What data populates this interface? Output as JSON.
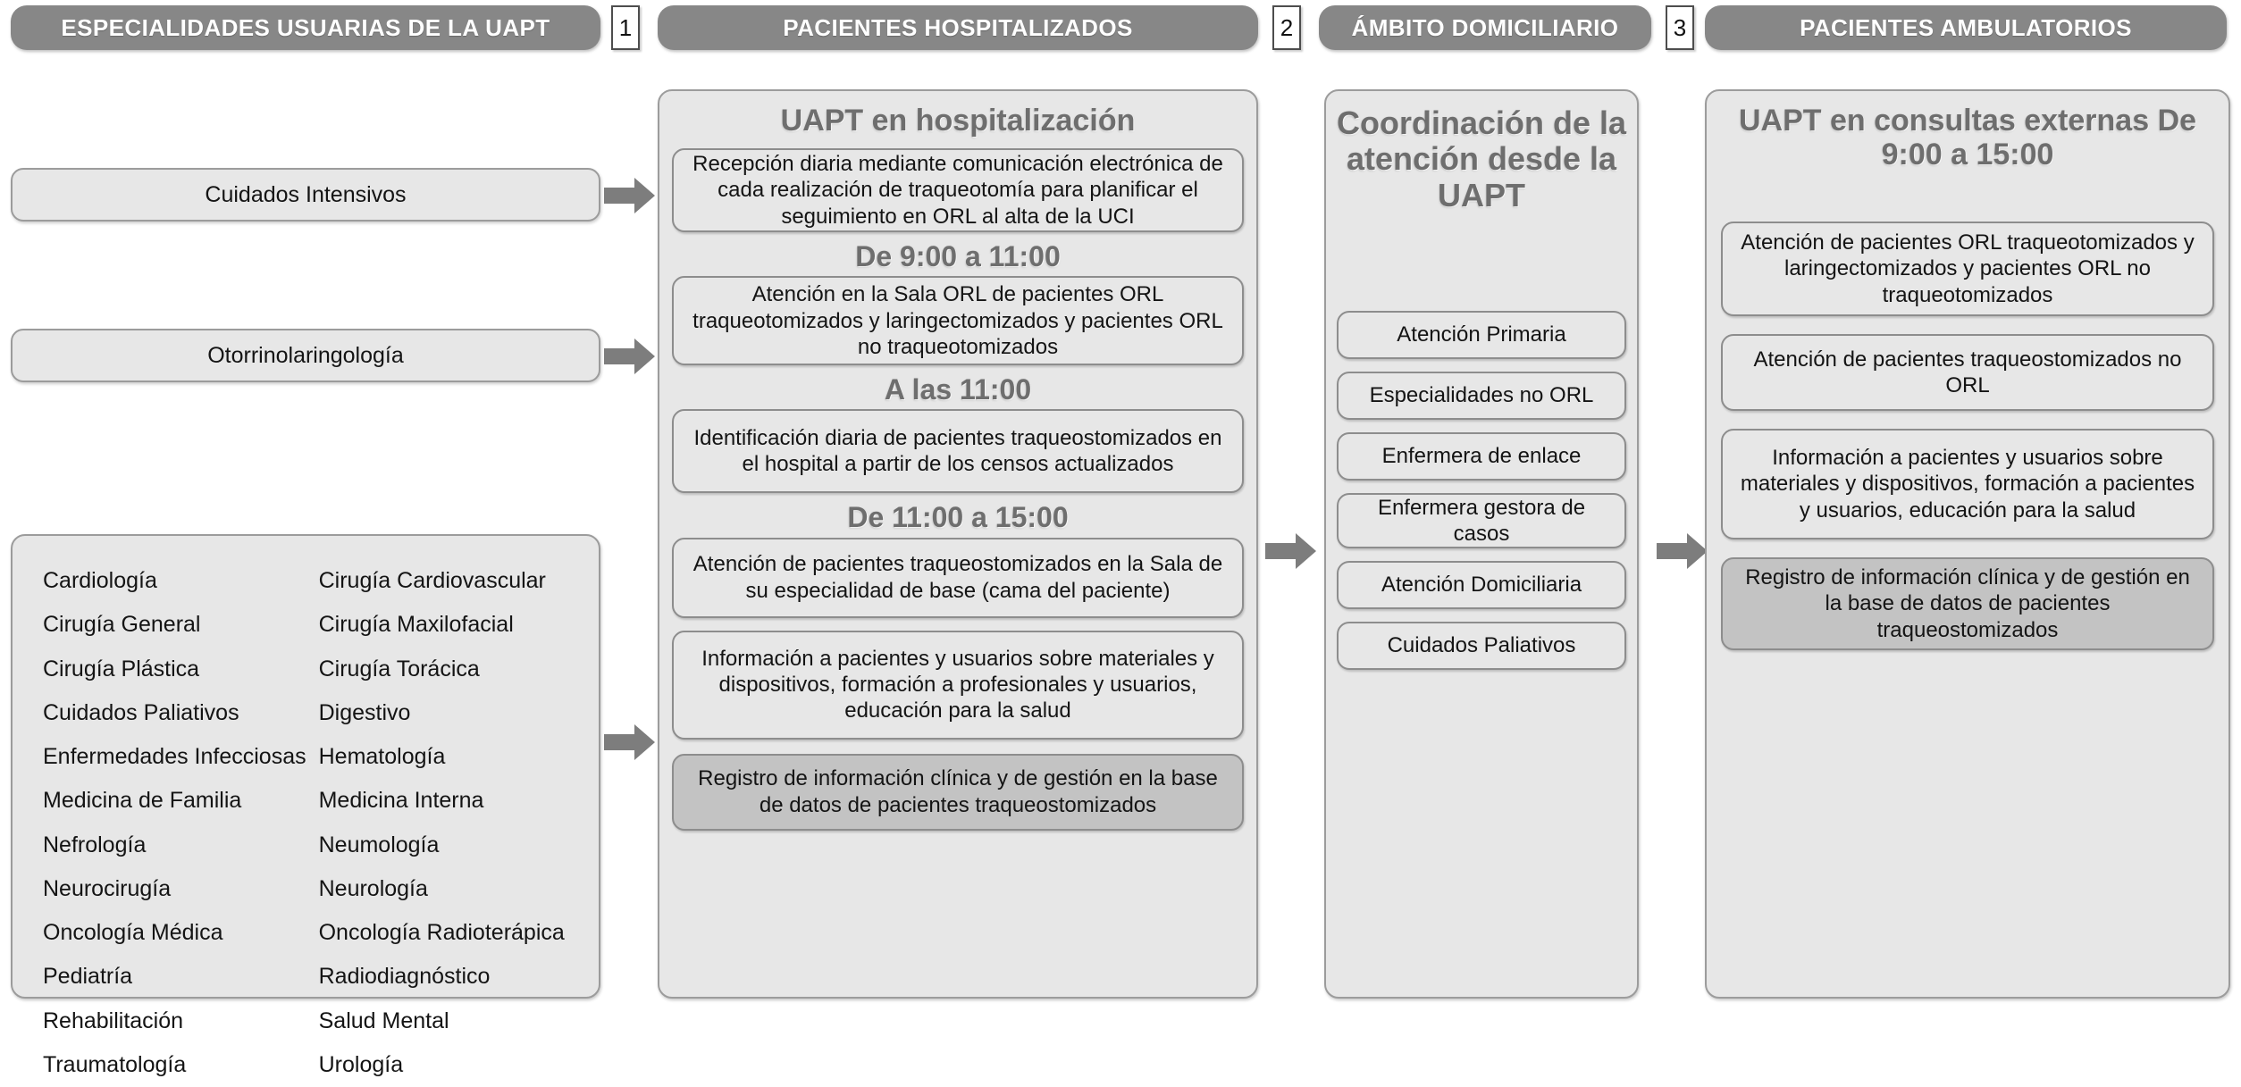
{
  "diagram": {
    "title": "Flujo de atención de la UAPT",
    "colors": {
      "header_gray": "#878787",
      "panel_fill": "#e7e7e7",
      "panel_border": "#9c9c9c",
      "card_dark_fill": "#c3c3c3",
      "arrow_gray": "#7d7d7d",
      "heading_text": "#6e6e6e"
    }
  },
  "columns": {
    "specialties": {
      "header": "ESPECIALIDADES USUARIAS DE LA UAPT",
      "boxes": [
        "Cuidados Intensivos",
        "Otorrinolaringología"
      ],
      "list": {
        "left": [
          "Cardiología",
          "Cirugía General",
          "Cirugía Plástica",
          "Cuidados Paliativos",
          "Enfermedades Infecciosas",
          "Medicina de Familia",
          "Nefrología",
          "Neurocirugía",
          "Oncología Médica",
          "Pediatría",
          "Rehabilitación",
          "Traumatología"
        ],
        "right": [
          "Cirugía Cardiovascular",
          "Cirugía Maxilofacial",
          "Cirugía Torácica",
          "Digestivo",
          "Hematología",
          "Medicina Interna",
          "Neumología",
          "Neurología",
          "Oncología Radioterápica",
          "Radiodiagnóstico",
          "Salud Mental",
          "Urología"
        ]
      }
    },
    "hospitalized": {
      "header": "PACIENTES HOSPITALIZADOS",
      "step_marker": "1",
      "panel_title": "UAPT en hospitalización",
      "blocks": [
        {
          "kind": "card",
          "text": "Recepción diaria mediante comunicación electrónica de cada realización de traqueotomía para planificar el seguimiento en ORL al alta de la UCI"
        },
        {
          "kind": "heading",
          "text": "De 9:00 a 11:00"
        },
        {
          "kind": "card",
          "text": "Atención en la Sala ORL de pacientes ORL traqueotomizados y laringectomizados y pacientes ORL no traqueotomizados"
        },
        {
          "kind": "heading",
          "text": "A las 11:00"
        },
        {
          "kind": "card",
          "text": "Identificación diaria de pacientes traqueostomizados en el hospital a partir de los censos actualizados"
        },
        {
          "kind": "heading",
          "text": "De 11:00 a 15:00"
        },
        {
          "kind": "card",
          "text": "Atención de pacientes traqueostomizados en la Sala de su especialidad de base (cama del paciente)"
        },
        {
          "kind": "card",
          "text": "Información a pacientes y usuarios sobre materiales y dispositivos, formación a profesionales y usuarios, educación para la salud"
        },
        {
          "kind": "card-dark",
          "text": "Registro de información clínica y de gestión en la base de datos de pacientes traqueostomizados"
        }
      ]
    },
    "home": {
      "header": "ÁMBITO DOMICILIARIO",
      "step_marker": "2",
      "panel_title": "Coordinación de la atención desde la UAPT",
      "items": [
        "Atención Primaria",
        "Especialidades no ORL",
        "Enfermera de enlace",
        "Enfermera gestora de casos",
        "Atención Domiciliaria",
        "Cuidados Paliativos"
      ]
    },
    "ambulatory": {
      "header": "PACIENTES AMBULATORIOS",
      "step_marker": "3",
      "panel_title": "UAPT en consultas externas De 9:00 a 15:00",
      "blocks": [
        {
          "kind": "card",
          "text": "Atención de pacientes ORL traqueotomizados y laringectomizados y pacientes ORL no traqueotomizados"
        },
        {
          "kind": "card",
          "text": "Atención de pacientes traqueostomizados no ORL"
        },
        {
          "kind": "card",
          "text": "Información a pacientes y usuarios sobre materiales y dispositivos, formación a pacientes y usuarios, educación para la salud"
        },
        {
          "kind": "card-dark",
          "text": "Registro de información clínica y de gestión en la base de datos de pacientes traqueostomizados"
        }
      ]
    }
  },
  "arrows": {
    "icu_to_hosp": "arrow-right",
    "orl_to_hosp": "arrow-right",
    "list_to_hosp": "arrow-right",
    "hosp_to_home": "arrow-right",
    "home_to_amb": "arrow-right"
  }
}
